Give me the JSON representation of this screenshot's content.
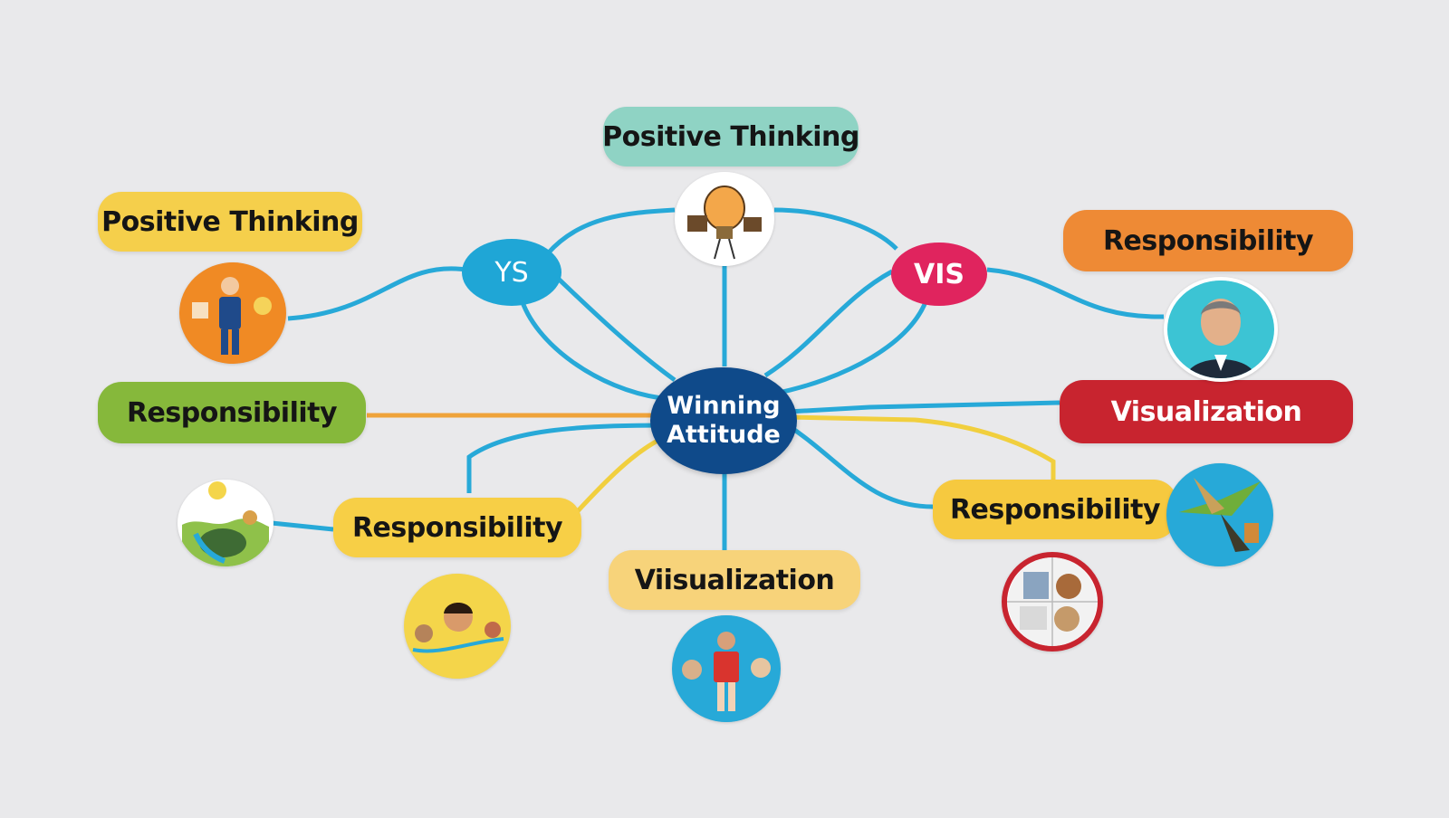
{
  "diagram": {
    "center": {
      "line1": "Winning",
      "line2": "Attitude",
      "color": "#0f4a8a"
    },
    "hubs": [
      {
        "id": "hub-ys",
        "label": "YS",
        "color": "#1fa6d6"
      },
      {
        "id": "hub-vis",
        "label": "VIS",
        "color": "#e0245e"
      }
    ],
    "labels": [
      {
        "id": "top",
        "text": "Positive Thinking",
        "color": "#8fd3c4"
      },
      {
        "id": "left-top",
        "text": "Positive Thinking",
        "color": "#f5cf4b"
      },
      {
        "id": "left-mid",
        "text": "Responsibility",
        "color": "#86b83b"
      },
      {
        "id": "left-bottom",
        "text": "Responsibility",
        "color": "#f7cf46"
      },
      {
        "id": "bottom",
        "text": "Viisualization",
        "color": "#f7d37a"
      },
      {
        "id": "right-top",
        "text": "Responsibility",
        "color": "#ee8a35"
      },
      {
        "id": "right-mid",
        "text": "Visualization",
        "color": "#c8242f"
      },
      {
        "id": "right-bottom",
        "text": "Responsibility",
        "color": "#f6c93f"
      }
    ],
    "link_colors": {
      "blue": "#27a9d8",
      "orange": "#efa33a",
      "yellow": "#f1cf3e"
    },
    "illustrations": [
      {
        "id": "lightbulb",
        "icon": "lightbulb-icon",
        "ring": "#ffffff"
      },
      {
        "id": "person-blue",
        "icon": "person-icon",
        "ring": "#f08a24"
      },
      {
        "id": "portrait-man",
        "icon": "portrait-icon",
        "ring": "#3cc4d4"
      },
      {
        "id": "landscape",
        "icon": "landscape-icon",
        "ring": "#ffffff"
      },
      {
        "id": "faces",
        "icon": "faces-icon",
        "ring": "#f4d54a"
      },
      {
        "id": "runner",
        "icon": "runner-icon",
        "ring": "#27a9d8"
      },
      {
        "id": "bird",
        "icon": "bird-icon",
        "ring": "#27a9d8"
      },
      {
        "id": "collage",
        "icon": "collage-icon",
        "ring": "#c8242f"
      }
    ]
  }
}
